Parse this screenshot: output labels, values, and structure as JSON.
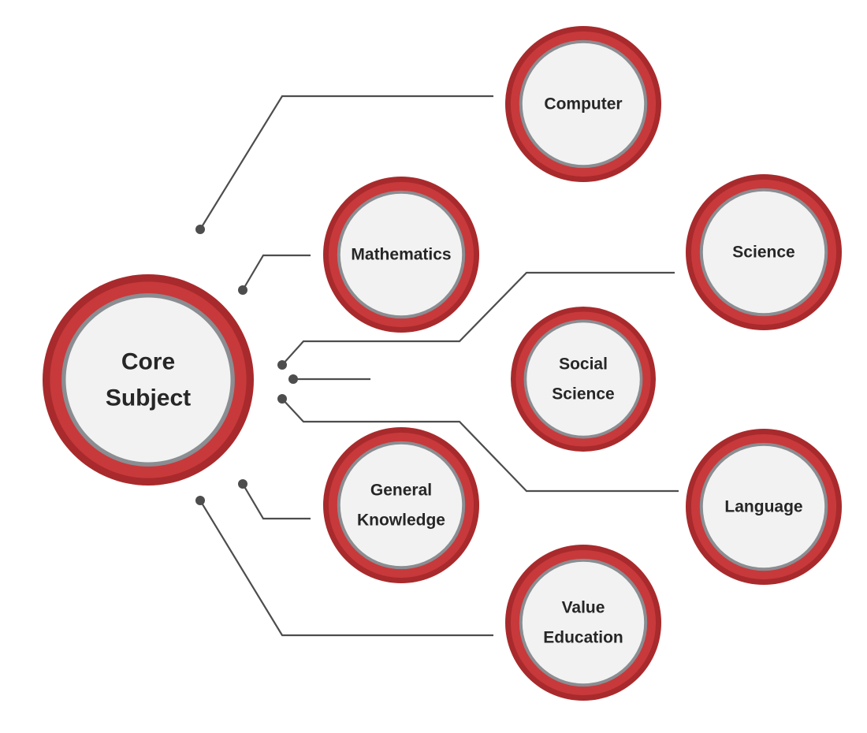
{
  "center": {
    "lines": [
      "Core",
      "Subject"
    ]
  },
  "subjects": [
    {
      "id": "computer",
      "lines": [
        "Computer"
      ]
    },
    {
      "id": "mathematics",
      "lines": [
        "Mathematics"
      ]
    },
    {
      "id": "science",
      "lines": [
        "Science"
      ]
    },
    {
      "id": "social-science",
      "lines": [
        "Social",
        "Science"
      ]
    },
    {
      "id": "general-knowledge",
      "lines": [
        "General",
        "Knowledge"
      ]
    },
    {
      "id": "language",
      "lines": [
        "Language"
      ]
    },
    {
      "id": "value-education",
      "lines": [
        "Value",
        "Education"
      ]
    }
  ],
  "colors": {
    "ring_dark": "#a92a2c",
    "ring_red": "#c8393b",
    "ring_grey": "#8a8d91",
    "face": "#f2f2f2",
    "connector": "#4d4d4d",
    "text": "#262626"
  }
}
